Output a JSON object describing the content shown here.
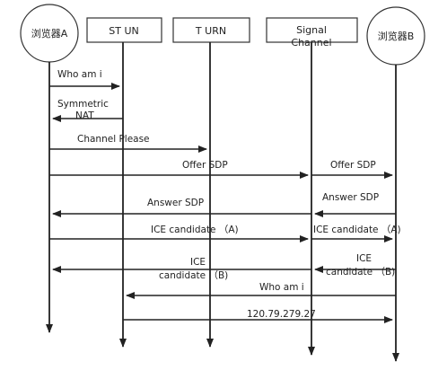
{
  "actors": [
    {
      "id": "A",
      "label": "浏览器A",
      "shape": "circle"
    },
    {
      "id": "stun",
      "label": "ST UN",
      "shape": "box"
    },
    {
      "id": "turn",
      "label": "T URN",
      "shape": "box"
    },
    {
      "id": "signal",
      "label_lines": [
        "Signal",
        "Channel"
      ],
      "shape": "box"
    },
    {
      "id": "B",
      "label": "浏览器B",
      "shape": "circle"
    }
  ],
  "messages": [
    {
      "from": "A",
      "to": "stun",
      "lines": [
        "Who am i"
      ]
    },
    {
      "from": "stun",
      "to": "A",
      "lines": [
        "Symmetric",
        "NAT"
      ]
    },
    {
      "from": "A",
      "to": "turn",
      "lines": [
        "Channel Please"
      ]
    },
    {
      "from": "A",
      "to": "signal",
      "lines": [
        "Offer SDP"
      ]
    },
    {
      "from": "signal",
      "to": "B",
      "lines": [
        "Offer SDP"
      ]
    },
    {
      "from": "B",
      "to": "signal",
      "lines": [
        "Answer SDP"
      ]
    },
    {
      "from": "signal",
      "to": "A",
      "lines": [
        "Answer SDP"
      ]
    },
    {
      "from": "A",
      "to": "signal",
      "lines": [
        "ICE candidate （A)"
      ]
    },
    {
      "from": "signal",
      "to": "B",
      "lines": [
        "ICE candidate （A)"
      ]
    },
    {
      "from": "signal",
      "to": "A",
      "lines": [
        "ICE",
        "candidate （B)"
      ]
    },
    {
      "from": "B",
      "to": "signal",
      "lines": [
        "ICE",
        "candidate （B)"
      ]
    },
    {
      "from": "B",
      "to": "stun",
      "lines": [
        "Who am i"
      ]
    },
    {
      "from": "stun",
      "to": "B",
      "lines": [
        "120.79.279.27"
      ]
    }
  ],
  "colors": {
    "line": "#222222",
    "stroke": "#333333",
    "background": "#ffffff"
  }
}
